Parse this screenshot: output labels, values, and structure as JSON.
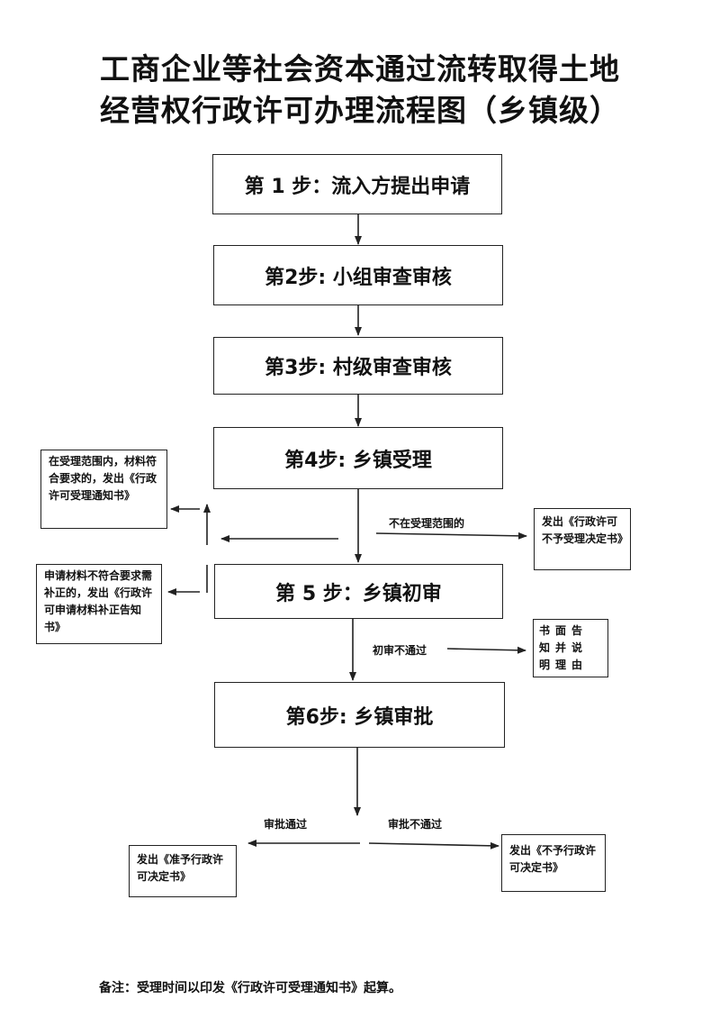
{
  "title": {
    "line1": "工商企业等社会资本通过流转取得土地",
    "line2": "经营权行政许可办理流程图（乡镇级）"
  },
  "steps": [
    "第 1 步：流入方提出申请",
    "第2步: 小组审查审核",
    "第3步: 村级审查审核",
    "第4步: 乡镇受理",
    "第 5 步：乡镇初审",
    "第6步: 乡镇审批"
  ],
  "notes": {
    "accept_notice": "在受理范围内，材料符合要求的，发出《行政许可受理通知书》",
    "supplement_notice": "申请材料不符合要求需补正的，发出《行政许可申请材料补正告知书》",
    "reject_accept": "发出《行政许可不予受理决定书》",
    "written_notice": "书面告知并说明理由",
    "approve_decision": "发出《准予行政许可决定书》",
    "deny_decision": "发出《不予行政许可决定书》"
  },
  "labels": {
    "not_in_scope": "不在受理范围的",
    "initial_fail": "初审不通过",
    "approved": "审批通过",
    "not_approved": "审批不通过"
  },
  "footer": "备注：受理时间以印发《行政许可受理通知书》起算。"
}
